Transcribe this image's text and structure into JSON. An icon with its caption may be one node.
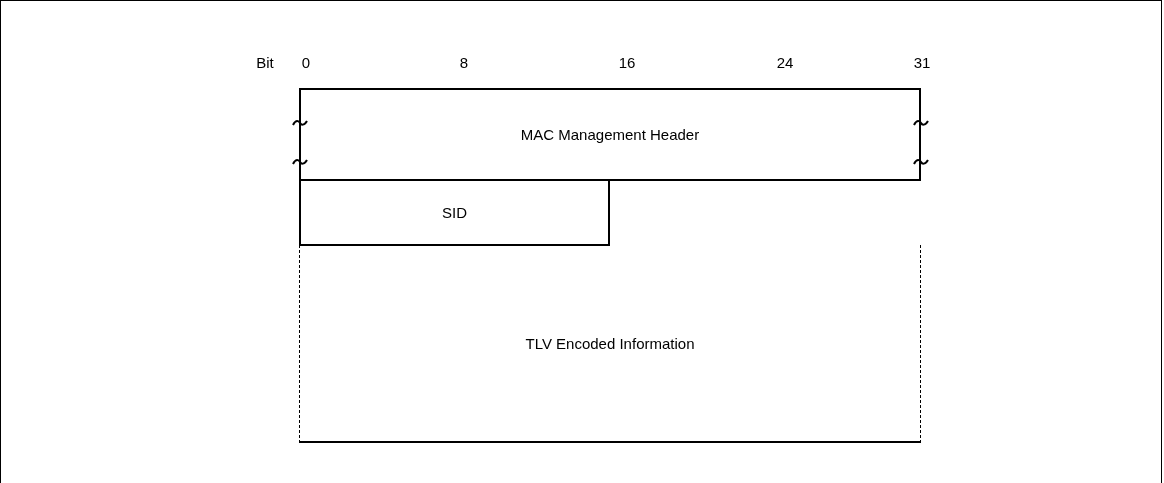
{
  "diagram": {
    "nodes": [
      {
        "text": [
          "MAC Management Header"
        ]
      },
      {
        "text": [
          "SID"
        ]
      },
      {
        "text": [
          "TLV Encoded Information"
        ]
      }
    ],
    "labels": [
      "Bit",
      "0",
      "8",
      "16",
      "24",
      "31"
    ]
  }
}
